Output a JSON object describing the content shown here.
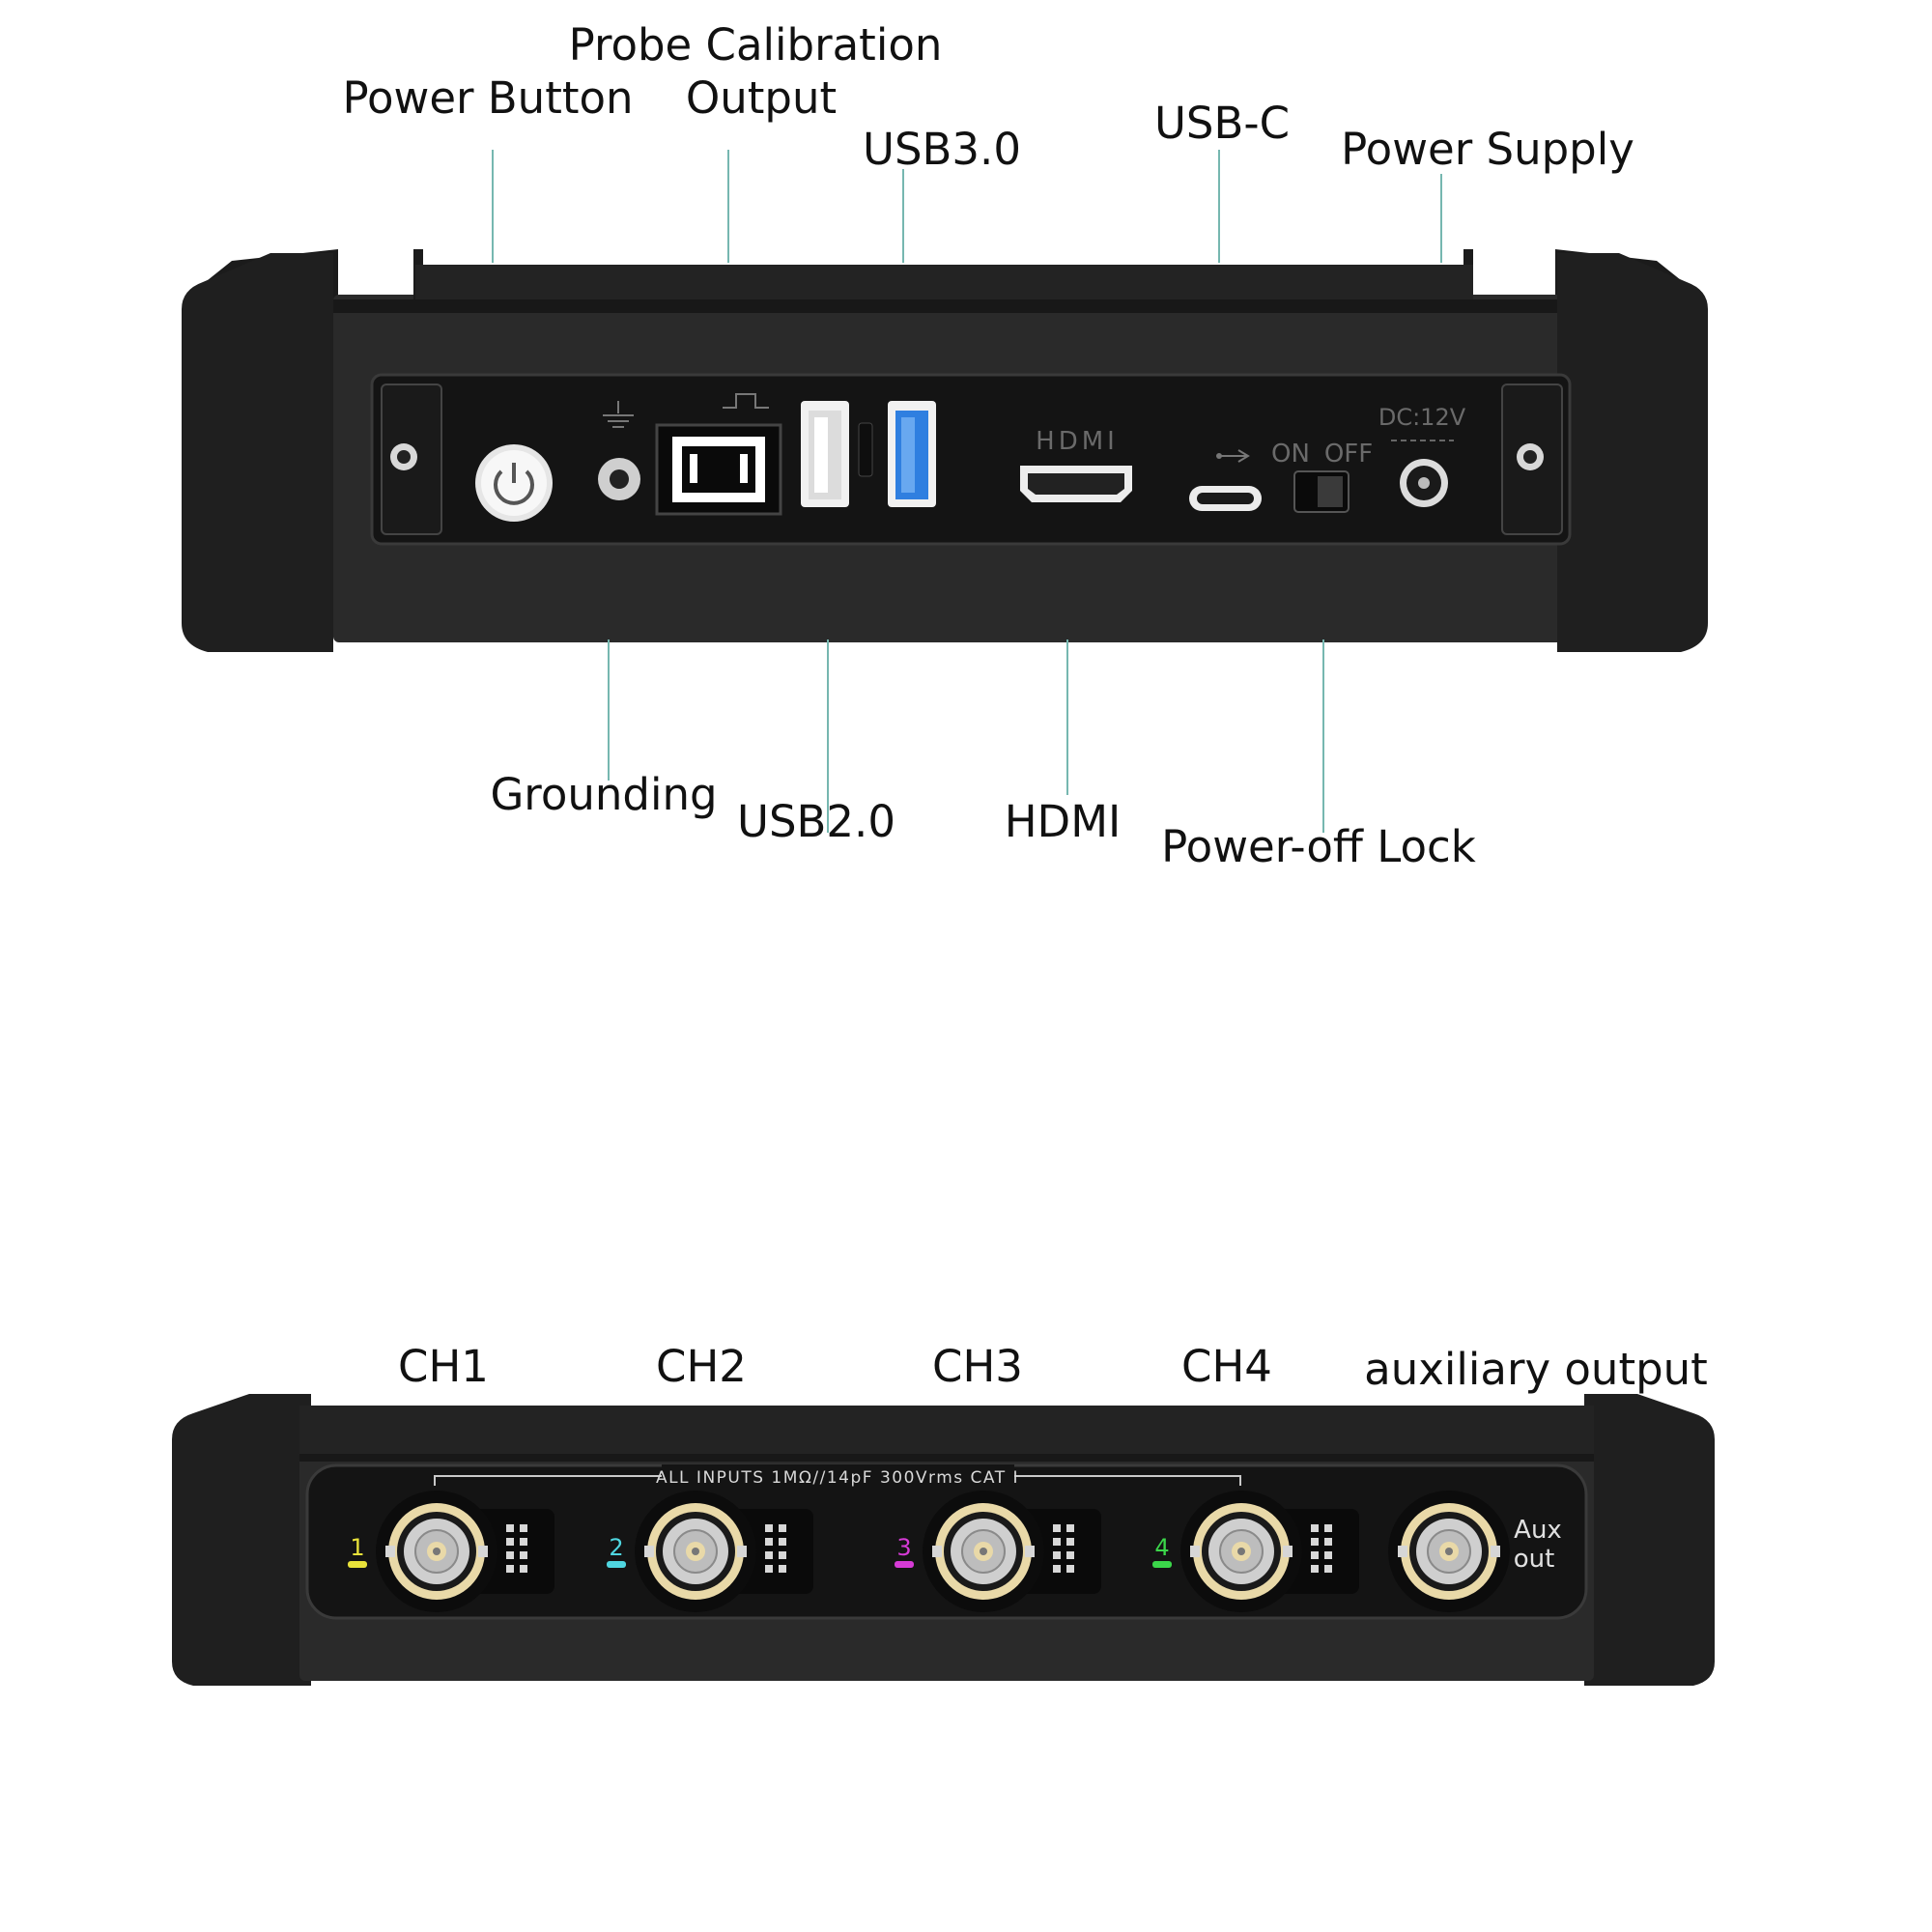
{
  "rear_view": {
    "callouts_top": {
      "power_button": "Power Button",
      "probe_cal_line1": "Probe Calibration",
      "probe_cal_line2": "Output",
      "usb30": "USB3.0",
      "usbc": "USB-C",
      "power_supply": "Power Supply"
    },
    "callouts_bottom": {
      "grounding": "Grounding",
      "usb20": "USB2.0",
      "hdmi": "HDMI",
      "power_off_lock": "Power-off Lock"
    },
    "panel_markings": {
      "hdmi_mark": "HDMI",
      "on": "ON",
      "off": "OFF",
      "dc": "DC:12V"
    }
  },
  "front_view": {
    "callouts": {
      "ch1": "CH1",
      "ch2": "CH2",
      "ch3": "CH3",
      "ch4": "CH4",
      "aux": "auxiliary output"
    },
    "input_rating": "ALL INPUTS 1MΩ//14pF 300Vrms CAT I",
    "channels": [
      {
        "num": "1",
        "color": "#e8e23a"
      },
      {
        "num": "2",
        "color": "#4fd6e0"
      },
      {
        "num": "3",
        "color": "#d63bd6"
      },
      {
        "num": "4",
        "color": "#3bd64a"
      }
    ],
    "aux_label_line1": "Aux",
    "aux_label_line2": "out"
  },
  "colors": {
    "leader": "#76b7b0",
    "usb3_blue": "#2f7fe0",
    "bnc_gold": "#e9d9a8"
  }
}
